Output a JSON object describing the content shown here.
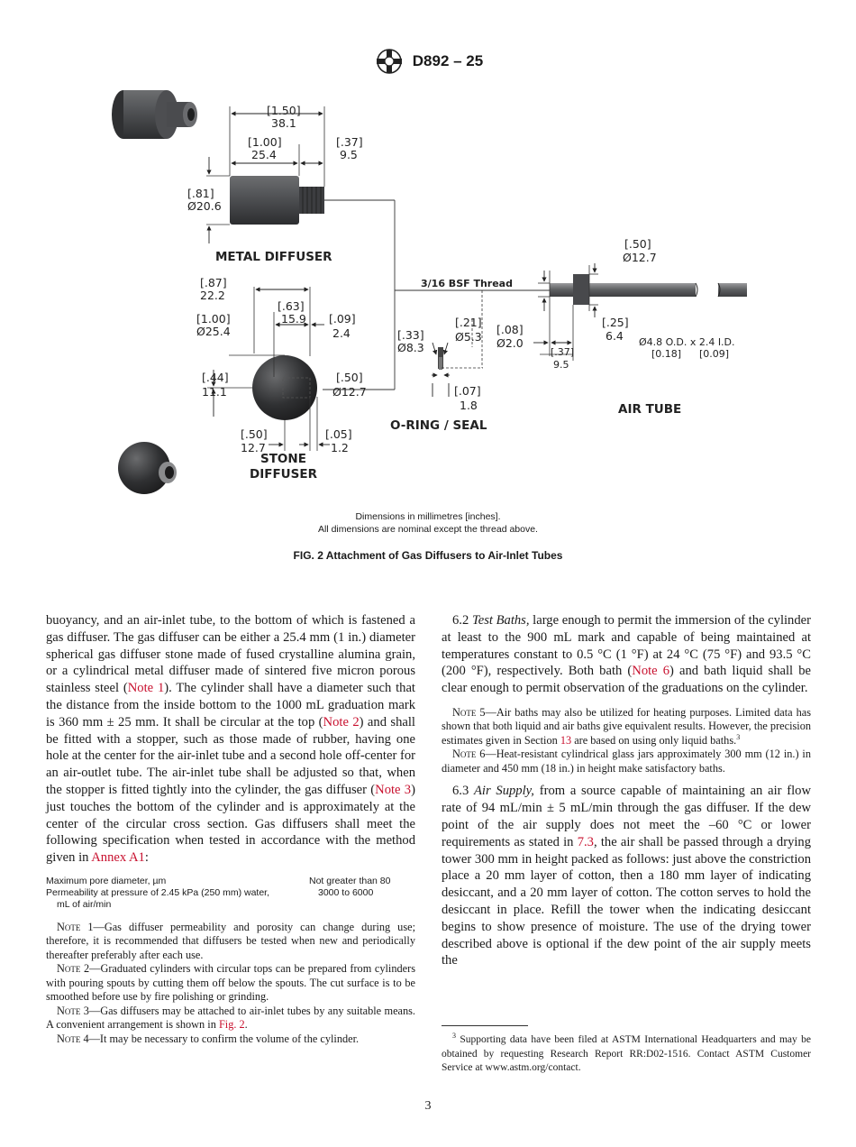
{
  "header": {
    "designation": "D892 – 25",
    "logo": "astm-logo-icon"
  },
  "figure": {
    "labels": {
      "metal_diffuser": "METAL DIFFUSER",
      "stone_diffuser_1": "STONE",
      "stone_diffuser_2": "DIFFUSER",
      "oring": "O-RING / SEAL",
      "air_tube": "AIR TUBE",
      "thread": "3/16 BSF Thread"
    },
    "dims": {
      "m_150_in": "[1.50]",
      "m_150_mm": "38.1",
      "m_100_in": "[1.00]",
      "m_100_mm": "25.4",
      "m_37_in": "[.37]",
      "m_37_mm": "9.5",
      "m_81_in": "[.81]",
      "m_81_mm": "Ø20.6",
      "s_87_in": "[.87]",
      "s_87_mm": "22.2",
      "s_63_in": "[.63]",
      "s_63_mm": "15.9",
      "s_09_in": "[.09]",
      "s_09_mm": "2.4",
      "s_100_in": "[1.00]",
      "s_100_mm": "Ø25.4",
      "s_44_in": "[.44]",
      "s_44_mm": "11.1",
      "s_50a_in": "[.50]",
      "s_50a_mm": "Ø12.7",
      "s_50b_in": "[.50]",
      "s_50b_mm": "12.7",
      "s_05_in": "[.05]",
      "s_05_mm": "1.2",
      "o_33_in": "[.33]",
      "o_33_mm": "Ø8.3",
      "o_21_in": "[.21]",
      "o_21_mm": "Ø5.3",
      "o_07_in": "[.07]",
      "o_07_mm": "1.8",
      "o_08_in": "[.08]",
      "o_08_mm": "Ø2.0",
      "a_50_in": "[.50]",
      "a_50_mm": "Ø12.7",
      "a_25_in": "[.25]",
      "a_25_mm": "6.4",
      "a_37_in": "[.37]",
      "a_37_mm": "9.5",
      "a_od": "Ø4.8 O.D. x 2.4 I.D.",
      "a_od_in1": "[0.18]",
      "a_od_in2": "[0.09]"
    },
    "note_line1": "Dimensions in millimetres [inches].",
    "note_line2": "All dimensions are nominal except the thread above.",
    "title": "FIG. 2 Attachment of Gas Diffusers to Air-Inlet Tubes"
  },
  "left": {
    "p1a": "buoyancy, and an air-inlet tube, to the bottom of which is fastened a gas diffuser. The gas diffuser can be either a 25.4 mm (1 in.) diameter spherical gas diffuser stone made of fused crystalline alumina grain, or a cylindrical metal diffuser made of sintered five micron porous stainless steel (",
    "p1_ref1": "Note 1",
    "p1b": "). The cylinder shall have a diameter such that the distance from the inside bottom to the 1000 mL graduation mark is 360 mm ± 25 mm. It shall be circular at the top (",
    "p1_ref2": "Note 2",
    "p1c": ") and shall be fitted with a stopper, such as those made of rubber, having one hole at the center for the air-inlet tube and a second hole off-center for an air-outlet tube. The air-inlet tube shall be adjusted so that, when the stopper is fitted tightly into the cylinder, the gas diffuser (",
    "p1_ref3": "Note 3",
    "p1d": ") just touches the bottom of the cylinder and is approximately at the center of the circular cross section. Gas diffusers shall meet the following specification when tested in accordance with the method given in ",
    "p1_ref4": "Annex A1",
    "p1e": ":",
    "spec": {
      "r1_label": "Maximum pore diameter, µm",
      "r1_value": "Not greater than 80",
      "r2_label": "Permeability at pressure of 2.45 kPa (250 mm) water,",
      "r2_value": "3000 to 6000",
      "r2_cont": "mL of air/min"
    },
    "note1_tag": "Note 1",
    "note1": "—Gas diffuser permeability and porosity can change during use; therefore, it is recommended that diffusers be tested when new and periodically thereafter preferably after each use.",
    "note2_tag": "Note 2",
    "note2": "—Graduated cylinders with circular tops can be prepared from cylinders with pouring spouts by cutting them off below the spouts. The cut surface is to be smoothed before use by fire polishing or grinding.",
    "note3_tag": "Note 3",
    "note3a": "—Gas diffusers may be attached to air-inlet tubes by any suitable means. A convenient arrangement is shown in ",
    "note3_ref": "Fig. 2",
    "note3b": ".",
    "note4_tag": "Note 4",
    "note4": "—It may be necessary to confirm the volume of the cylinder."
  },
  "right": {
    "s62_num": "6.2",
    "s62_title": "Test Baths,",
    "s62a": " large enough to permit the immersion of the cylinder at least to the 900 mL mark and capable of being maintained at temperatures constant to 0.5 °C (1 °F) at 24 °C (75 °F) and 93.5 °C (200 °F), respectively. Both bath (",
    "s62_ref": "Note 6",
    "s62b": ") and bath liquid shall be clear enough to permit observation of the graduations on the cylinder.",
    "note5_tag": "Note 5",
    "note5a": "—Air baths may also be utilized for heating purposes. Limited data has shown that both liquid and air baths give equivalent results. However, the precision estimates given in Section ",
    "note5_ref": "13",
    "note5b": " are based on using only liquid baths.",
    "note5_sup": "3",
    "note6_tag": "Note 6",
    "note6": "—Heat-resistant cylindrical glass jars approximately 300 mm (12 in.) in diameter and 450 mm (18 in.) in height make satisfactory baths.",
    "s63_num": "6.3",
    "s63_title": "Air Supply,",
    "s63a": " from a source capable of maintaining an air flow rate of 94 mL/min ± 5 mL/min through the gas diffuser. If the dew point of the air supply does not meet the –60 °C or lower requirements as stated in ",
    "s63_ref": "7.3",
    "s63b": ", the air shall be passed through a drying tower 300 mm in height packed as follows: just above the constriction place a 20 mm layer of cotton, then a 180 mm layer of indicating desiccant, and a 20 mm layer of cotton. The cotton serves to hold the desiccant in place. Refill the tower when the indicating desiccant begins to show presence of moisture. The use of the drying tower described above is optional if the dew point of the air supply meets the"
  },
  "footnote": {
    "sup": "3",
    "text": " Supporting data have been filed at ASTM International Headquarters and may be obtained by requesting Research Report RR:D02-1516. Contact ASTM Customer Service at www.astm.org/contact."
  },
  "page_number": "3"
}
